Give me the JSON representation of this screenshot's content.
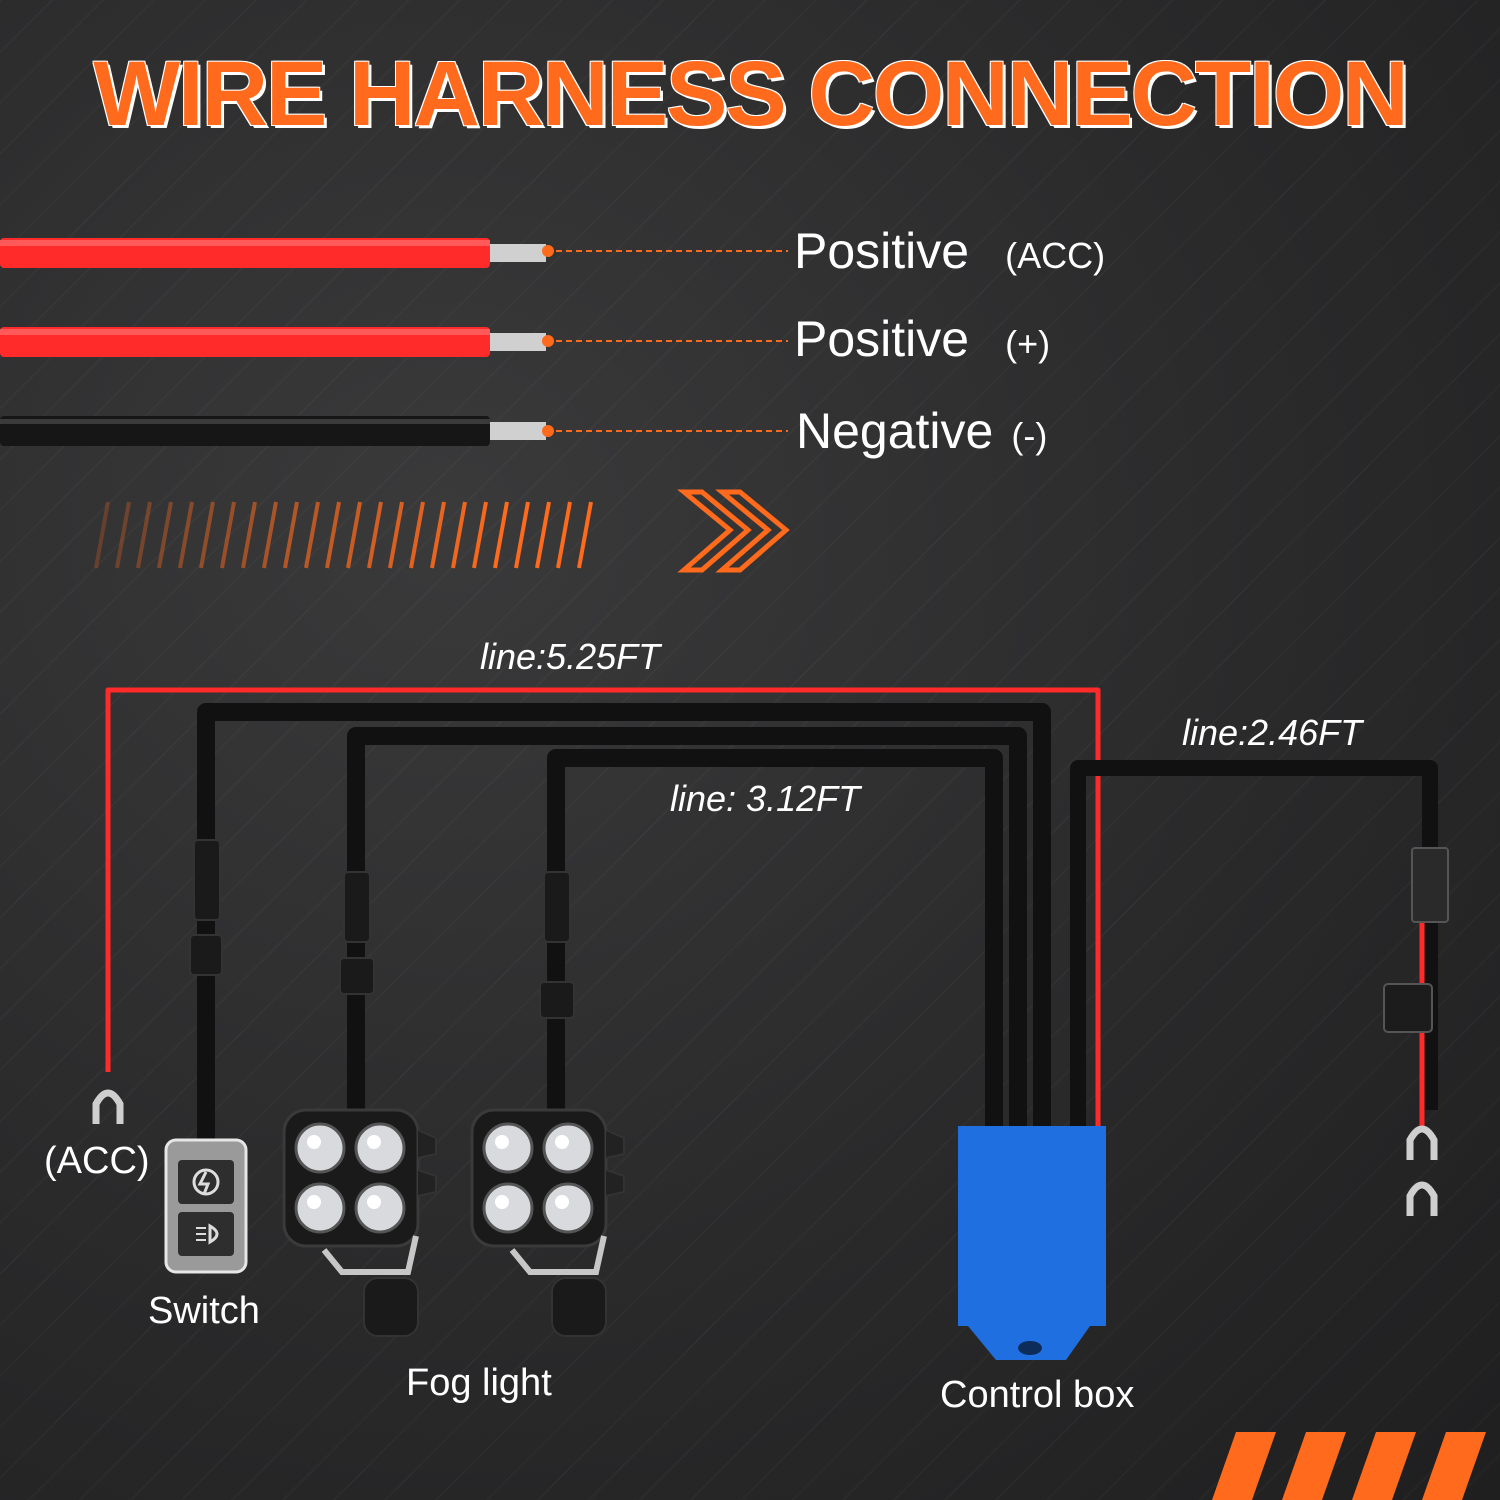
{
  "title": "WIRE HARNESS CONNECTION",
  "wires": [
    {
      "label": "Positive",
      "tag": "(ACC)",
      "color": "#ff2a2a"
    },
    {
      "label": "Positive",
      "tag": "(+)",
      "color": "#ff2a2a"
    },
    {
      "label": "Negative",
      "tag": "(-)",
      "color": "#1a1a1a"
    }
  ],
  "lengths": {
    "main": "line:5.25FT",
    "lights": "line: 3.12FT",
    "battery": "line:2.46FT"
  },
  "components": {
    "acc": "(ACC)",
    "switch": "Switch",
    "fog_light": "Fog light",
    "control_box": "Control box"
  },
  "colors": {
    "accent": "#ff6a1c",
    "red_wire": "#ff2a2a",
    "black_wire": "#111111",
    "control_box": "#1f6fe0"
  }
}
